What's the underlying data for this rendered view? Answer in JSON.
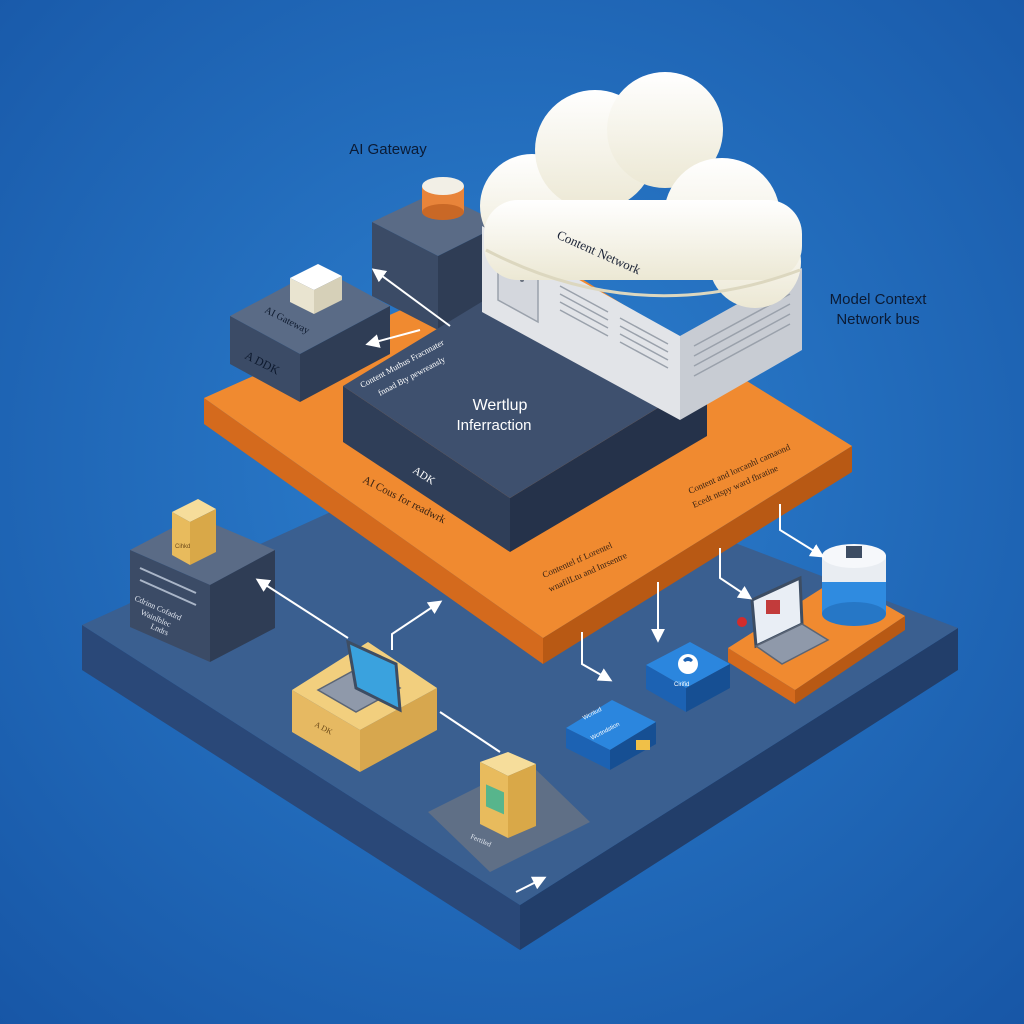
{
  "callouts": {
    "ai_gateway": "AI Gateway",
    "model_context_line1": "Model Context",
    "model_context_line2": "Network bus"
  },
  "labels": {
    "cloud": "Content Network",
    "ai_gateway_box": "AI Gateway",
    "adk_box": "A DDK",
    "platform_line1": "Wertlup",
    "platform_line2": "Inferraction",
    "platform_front": "ADK",
    "platform_top_line1": "Content Muthus Fracnnater",
    "platform_top_line2": "fnnad Bty pewreansly",
    "orange_left": "AI Cous for readwrk",
    "orange_front_line1": "Contentel tf Lorentel",
    "orange_front_line2": "wnafilLtu and Inrsentre",
    "orange_right_line1": "Content and lorcanhl camaond",
    "orange_right_line2": "Ecedt ntspy ward fhratine",
    "left_block_line1": "Cdrinn Cofadrd",
    "left_block_line2": "Wainlblec",
    "left_block_line3": "Lndrs",
    "small_box_label": "Cihkd",
    "laptop_label": "A DK",
    "floor_box_label": "Fertiled",
    "blue_module_line1": "Wcritud",
    "blue_module_line2": "Wcrtndstion",
    "phone_module_label": "Cirifid"
  },
  "colors": {
    "background_light": "#2d80cf",
    "background_dark": "#1756a6",
    "base_top": "#3a5f90",
    "orange": "#f08a30",
    "slate": "#3e506e",
    "cloud": "#f7f5ea",
    "server": "#e2e4e8",
    "device_blue": "#1f6fcb",
    "tan": "#f2cf7e"
  }
}
